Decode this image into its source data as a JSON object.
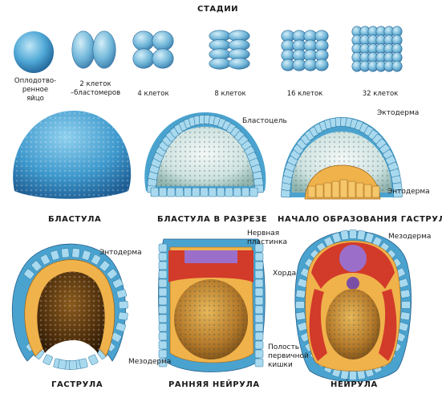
{
  "title": "СТАДИИ",
  "cleavage_stages": [
    {
      "label": "Оплодотво-\nренное\nяйцо",
      "cells": 1
    },
    {
      "label": "2 клеток\n–бластомеров",
      "cells": 2
    },
    {
      "label": "4 клеток",
      "cells": 4
    },
    {
      "label": "8 клеток",
      "cells": 8
    },
    {
      "label": "16 клеток",
      "cells": 16
    },
    {
      "label": "32 клеток",
      "cells": 32
    }
  ],
  "stages": {
    "blastula": "БЛАСТУЛА",
    "blastula_section": "БЛАСТУЛА В РАЗРЕЗЕ",
    "gastrulation_start": "НАЧАЛО ОБРАЗОВАНИЯ ГАСТРУЛЫ",
    "gastrula": "ГАСТРУЛА",
    "early_neurula": "РАННЯЯ НЕЙРУЛА",
    "neurula": "НЕЙРУЛА"
  },
  "annotations": {
    "blastocoel": "Бластоцель",
    "ectoderm": "Эктодерма",
    "entoderm_1": "Энтодерма",
    "entoderm_2": "Энтодерма",
    "neural_plate": "Нервная\nпластинка",
    "mesoderm_1": "Мезодерма",
    "mesoderm_2": "Мезодерма",
    "chord": "Хорда",
    "gut_cavity": "Полость\nпервичной\nкишки"
  },
  "colors": {
    "ectoderm_blue": "#4aa3cf",
    "cell_light": "#a9d9ee",
    "entoderm_orange": "#f0b24a",
    "yolk_brown": "#b57a2a",
    "mesoderm_red": "#d23a2a",
    "neural_purple": "#9b6fc9"
  }
}
